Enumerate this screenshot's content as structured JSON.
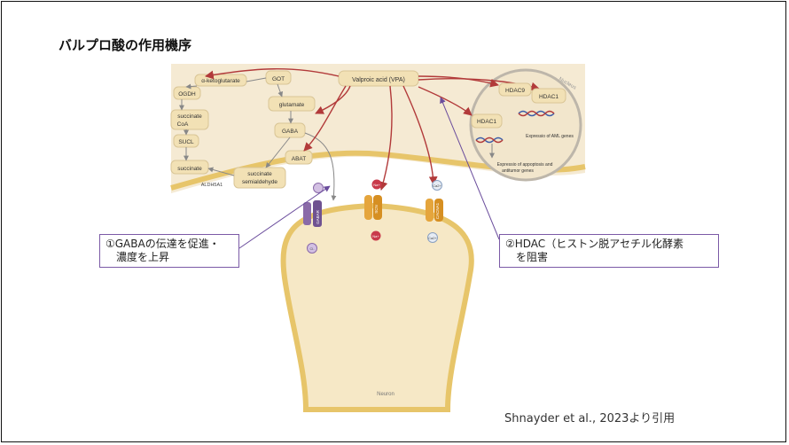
{
  "slide": {
    "title": "バルプロ酸の作用機序",
    "citation": "Shnayder et al., 2023より引用"
  },
  "callouts": {
    "gaba_line1": "①GABAの伝達を促進・",
    "gaba_line2": "濃度を上昇",
    "hdac_line1": "②HDAC（ヒストン脱アセチル化酵素",
    "hdac_line2": "を阻害"
  },
  "figure": {
    "vpa": "Valproic acid (VPA)",
    "nucleus": "Nucleus",
    "neuron": "Neuron",
    "metabolites": {
      "a_ketoglutarate": "α-ketoglutarate",
      "got": "GOT",
      "ogdh": "OGDH",
      "glutamate": "glutamate",
      "succinate_coa_1": "succinate",
      "succinate_coa_2": "CoA",
      "gaba": "GABA",
      "sucl": "SUCL",
      "abat": "ABAT",
      "succinate": "succinate",
      "ssa_1": "succinate",
      "ssa_2": "semialdehyde",
      "aldh5a1": "ALDH5A1"
    },
    "nucleus_items": {
      "hdac9": "HDAC9",
      "hdac1_a": "HDAC1",
      "hdac1_b": "HDAC1",
      "aml_expr": "Expressio of AML genes",
      "apop_1": "Expressio of appoptosis and",
      "apop_2": "antitumor genes"
    },
    "channels": {
      "gabar": "GABAR",
      "scn": "SCN",
      "cacna1": "CACNA1",
      "cl": "Cl-",
      "na_top": "Na+",
      "na_bottom": "Na+",
      "ca_top": "Ca2+",
      "ca_bottom": "Ca2+"
    }
  },
  "colors": {
    "background_tan": "#f5ead3",
    "membrane": "#e7c56a",
    "neuron_fill": "#f6e8c6",
    "node_fill": "#f2e1b5",
    "arrow_red": "#b23a3a",
    "callout_border": "#7b5aa6"
  }
}
